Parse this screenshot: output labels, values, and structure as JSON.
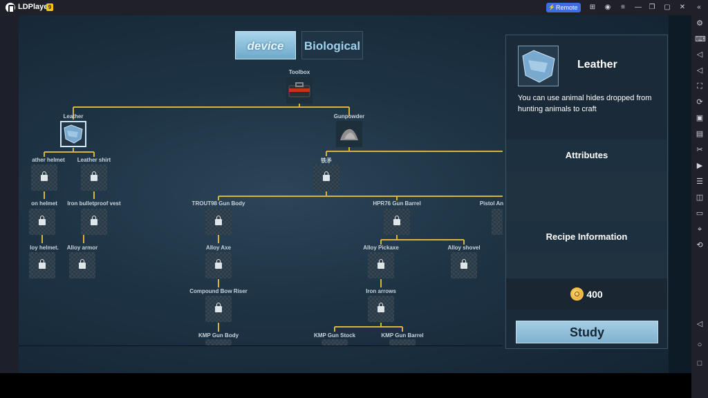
{
  "window": {
    "app_title": "LDPlayer",
    "version_badge": "9",
    "remote_label": "Remote"
  },
  "tabs": {
    "device": "device",
    "biological": "Biological"
  },
  "tree": {
    "toolbox": "Toolbox",
    "leather": "Leather",
    "gunpowder": "Gunpowder",
    "leather_helmet": "ather helmet",
    "leather_shirt": "Leather shirt",
    "iron_helmet": "on helmet",
    "iron_bulletproof_vest": "Iron bulletproof vest",
    "alloy_helmet": "loy helmet.",
    "alloy_armor": "Alloy armor",
    "gunpowder_child": "铁矛",
    "trout98": "TROUT98 Gun Body",
    "hpr76": "HPR76 Gun Barrel",
    "pistol": "Pistol An",
    "alloy_axe": "Alloy Axe",
    "alloy_pickaxe": "Alloy Pickaxe",
    "alloy_shovel": "Alloy shovel",
    "compound_bow_riser": "Compound Bow Riser",
    "iron_arrows": "Iron arrows",
    "kmp_gun_body": "KMP Gun Body",
    "kmp_gun_stock": "KMP Gun Stock",
    "kmp_gun_barrel": "KMP Gun Barrel"
  },
  "panel": {
    "item_name": "Leather",
    "description": "You can use animal hides dropped from hunting animals to craft",
    "attributes_label": "Attributes",
    "recipe_label": "Recipe Information",
    "cost": "400",
    "study_label": "Study"
  },
  "colors": {
    "tree_line": "#d8b43a",
    "accent": "#7fb1cf",
    "remote": "#3b6fe0"
  }
}
